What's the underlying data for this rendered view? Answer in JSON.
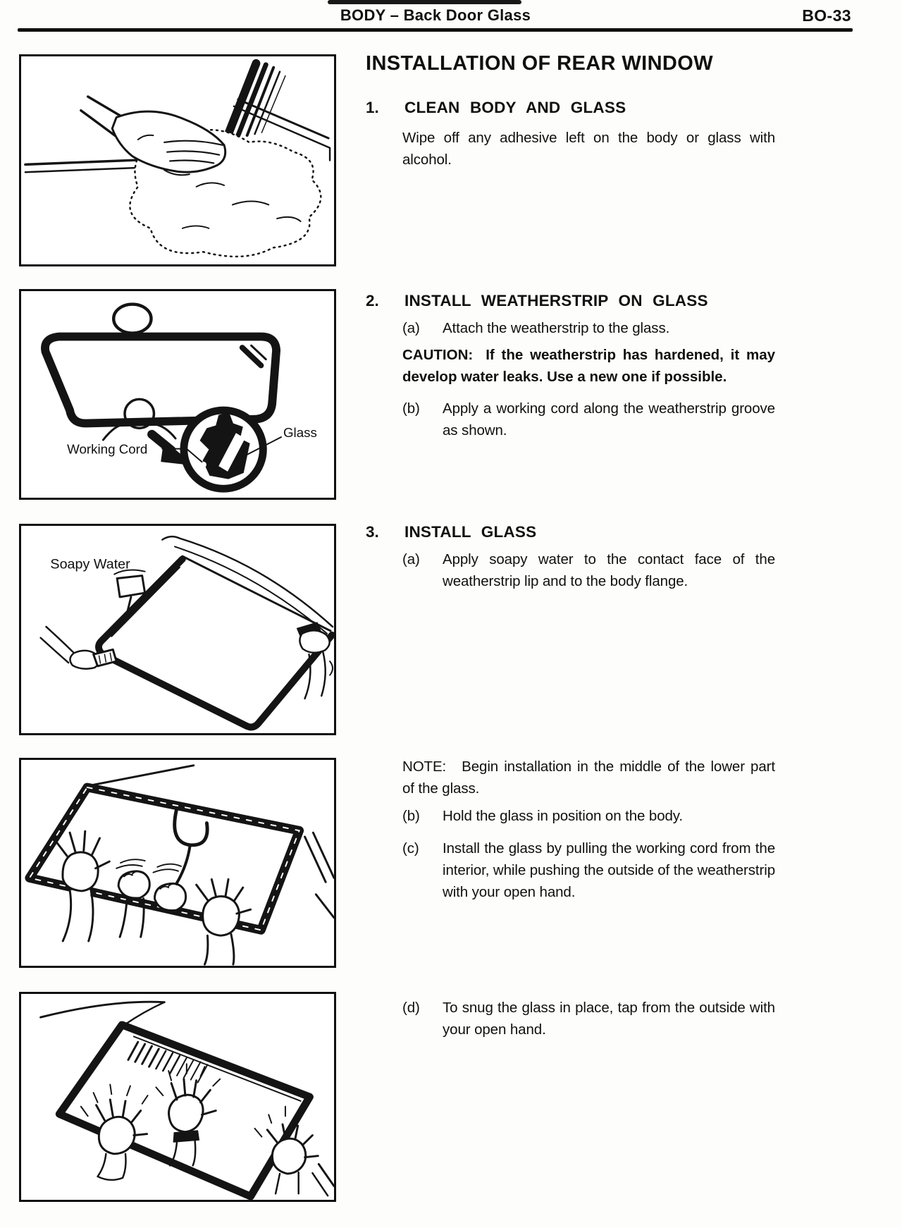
{
  "header": {
    "title": "BODY – Back Door Glass",
    "page_number": "BO-33"
  },
  "article": {
    "title": "INSTALLATION OF REAR WINDOW",
    "steps": [
      {
        "number": "1.",
        "heading": "CLEAN BODY AND GLASS",
        "text": "Wipe off any adhesive left on the body or glass with alcohol."
      },
      {
        "number": "2.",
        "heading": "INSTALL WEATHERSTRIP ON GLASS",
        "item_a": {
          "label": "(a)",
          "text": "Attach the weatherstrip to the glass."
        },
        "caution": {
          "label": "CAUTION:",
          "text": "If the weatherstrip has hardened, it may develop water leaks. Use a new one if possible."
        },
        "item_b": {
          "label": "(b)",
          "text": "Apply a working cord along the weatherstrip groove as shown."
        }
      },
      {
        "number": "3.",
        "heading": "INSTALL GLASS",
        "item_a": {
          "label": "(a)",
          "text": "Apply soapy water to the contact face of the weatherstrip lip and to the body flange."
        },
        "note": {
          "label": "NOTE:",
          "text": "Begin installation in the middle of the lower part of the glass."
        },
        "item_b": {
          "label": "(b)",
          "text": "Hold the glass in position on the body."
        },
        "item_c": {
          "label": "(c)",
          "text": "Install the glass by pulling the working cord from the interior, while pushing the outside of the weatherstrip with your open hand."
        },
        "item_d": {
          "label": "(d)",
          "text": "To snug the glass in place, tap from the outside with your open hand."
        }
      }
    ]
  },
  "figures": {
    "fig1": {
      "name": "clean-body-and-glass"
    },
    "fig2": {
      "name": "weatherstrip-working-cord",
      "label_working_cord": "Working Cord",
      "label_glass": "Glass"
    },
    "fig3": {
      "name": "apply-soapy-water",
      "label_soapy_water": "Soapy Water"
    },
    "fig4": {
      "name": "install-glass-pull-cord"
    },
    "fig5": {
      "name": "tap-glass-open-hand"
    }
  },
  "colors": {
    "ink": "#101010",
    "paper": "#fdfdfb"
  }
}
